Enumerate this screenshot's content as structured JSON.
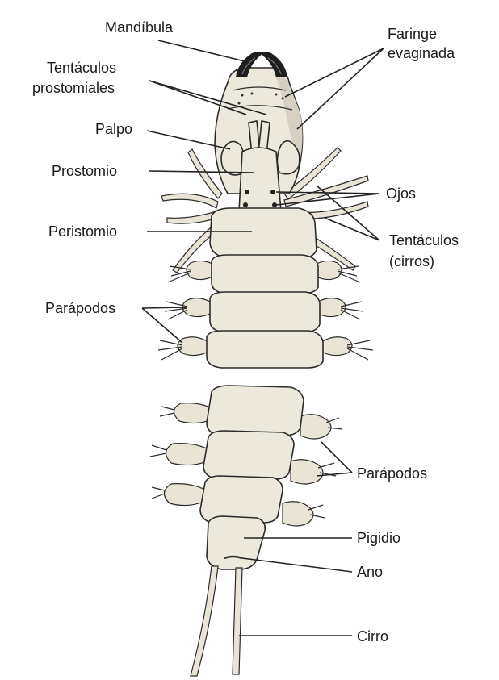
{
  "labels": {
    "mandibula": "Mandíbula",
    "faringe_1": "Faringe",
    "faringe_2": "evaginada",
    "tentaculos_prost_1": "Tentáculos",
    "tentaculos_prost_2": "prostomiales",
    "palpo": "Palpo",
    "prostomio": "Prostomio",
    "ojos": "Ojos",
    "peristomio": "Peristomio",
    "tentaculos_cirros_1": "Tentáculos",
    "tentaculos_cirros_2": "(cirros)",
    "parapodos_upper": "Parápodos",
    "parapodos_lower": "Parápodos",
    "pigidio": "Pigidio",
    "ano": "Ano",
    "cirro": "Cirro"
  }
}
